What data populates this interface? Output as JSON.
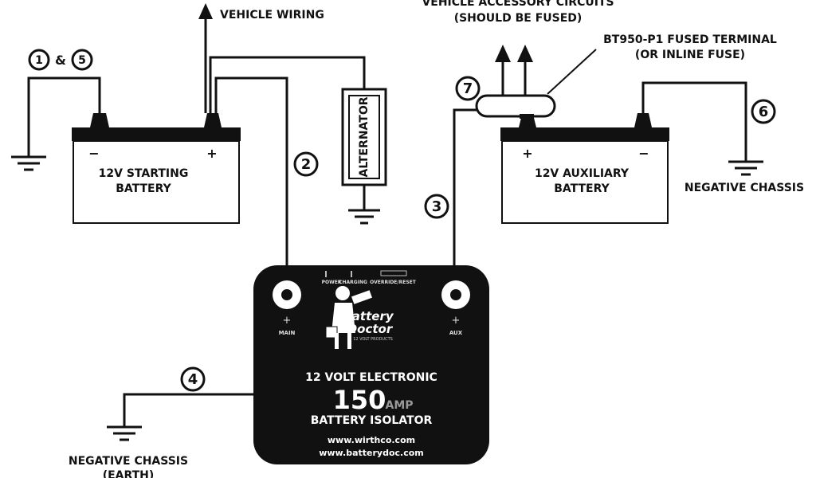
{
  "labels": {
    "vehicle_wiring": "VEHICLE WIRING",
    "accessory_circuits": "VEHICLE ACCESSORY CIRCUITS",
    "should_be_fused": "(SHOULD BE FUSED)",
    "fused_terminal": "BT950-P1 FUSED TERMINAL",
    "inline_fuse": "(OR INLINE FUSE)",
    "alternator": "ALTERNATOR",
    "negative_chassis_right": "NEGATIVE CHASSIS",
    "negative_chassis_left": "NEGATIVE CHASSIS",
    "earth": "(EARTH)",
    "amp_separator": "&"
  },
  "starting_battery": {
    "line1": "12V STARTING",
    "line2": "BATTERY",
    "neg": "−",
    "pos": "+"
  },
  "aux_battery": {
    "line1": "12V AUXILIARY",
    "line2": "BATTERY",
    "pos": "+",
    "neg": "−"
  },
  "markers": {
    "m1": "1",
    "m5": "5",
    "m2": "2",
    "m3": "3",
    "m4": "4",
    "m6": "6",
    "m7": "7"
  },
  "isolator": {
    "led_power": "POWER",
    "led_charging": "CHARGING",
    "led_override": "OVERRIDE/RESET",
    "main_plus": "+",
    "main_label": "MAIN",
    "aux_plus": "+",
    "aux_label": "AUX",
    "brand1": "Battery",
    "brand2": "Doctor",
    "brand_sub": "12 VOLT PRODUCTS",
    "voltage_line": "12 VOLT ELECTRONIC",
    "amp_value": "150",
    "amp_unit": "AMP",
    "product_line": "BATTERY ISOLATOR",
    "url1": "www.wirthco.com",
    "url2": "www.batterydoc.com"
  }
}
